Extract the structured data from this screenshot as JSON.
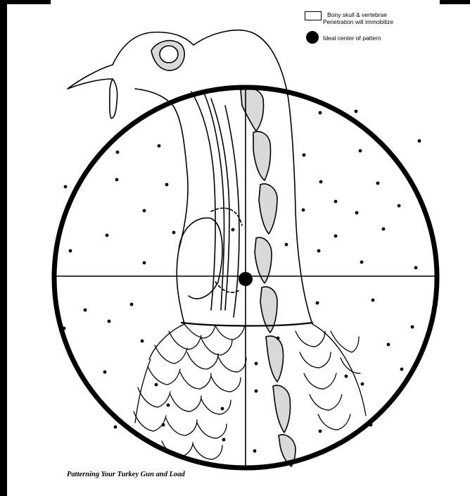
{
  "legend": {
    "bone_label": "Bony skull & vertebrae",
    "bone_note": "Penetration will immobilize",
    "center_label": "Ideal center of pattern"
  },
  "caption": "Patterning Your Turkey Gun and Load",
  "colors": {
    "ink": "#000000",
    "bone_fill": "#d9d9d9",
    "paper": "#ffffff"
  },
  "icons": [
    "bone-legend-icon",
    "center-dot-icon"
  ]
}
